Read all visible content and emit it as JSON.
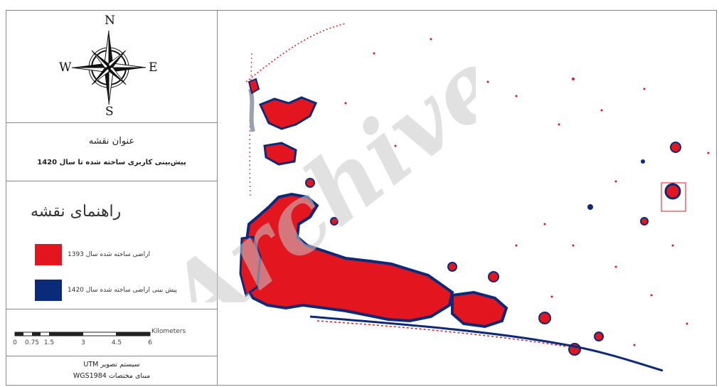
{
  "compass": {
    "north": "N",
    "south": "S",
    "east": "E",
    "west": "W"
  },
  "title_box": {
    "heading": "عنوان نقشه",
    "text": "پیش‌بینی کاربری ساخته شده تا سال 1420"
  },
  "legend": {
    "heading": "راهنمای نقشه",
    "items": [
      {
        "label": "اراضی ساخته شده سال 1393",
        "color": "#e3151f"
      },
      {
        "label": "پیش بینی اراضی ساخته شده سال 1420",
        "color": "#0a2a7a"
      }
    ]
  },
  "scale_bar": {
    "ticks": [
      "0",
      "0.75",
      "1.5",
      "3",
      "4.5",
      "6"
    ],
    "unit": "Kilometers"
  },
  "projection": {
    "line1": "سیستم تصویر UTM",
    "line2": "مبنای مختصات WGS1984"
  },
  "watermark": {
    "text": "Archive"
  },
  "colors": {
    "built_1393": "#e3151f",
    "forecast_1420": "#0a2a7a",
    "border": "#8a8a8a"
  }
}
